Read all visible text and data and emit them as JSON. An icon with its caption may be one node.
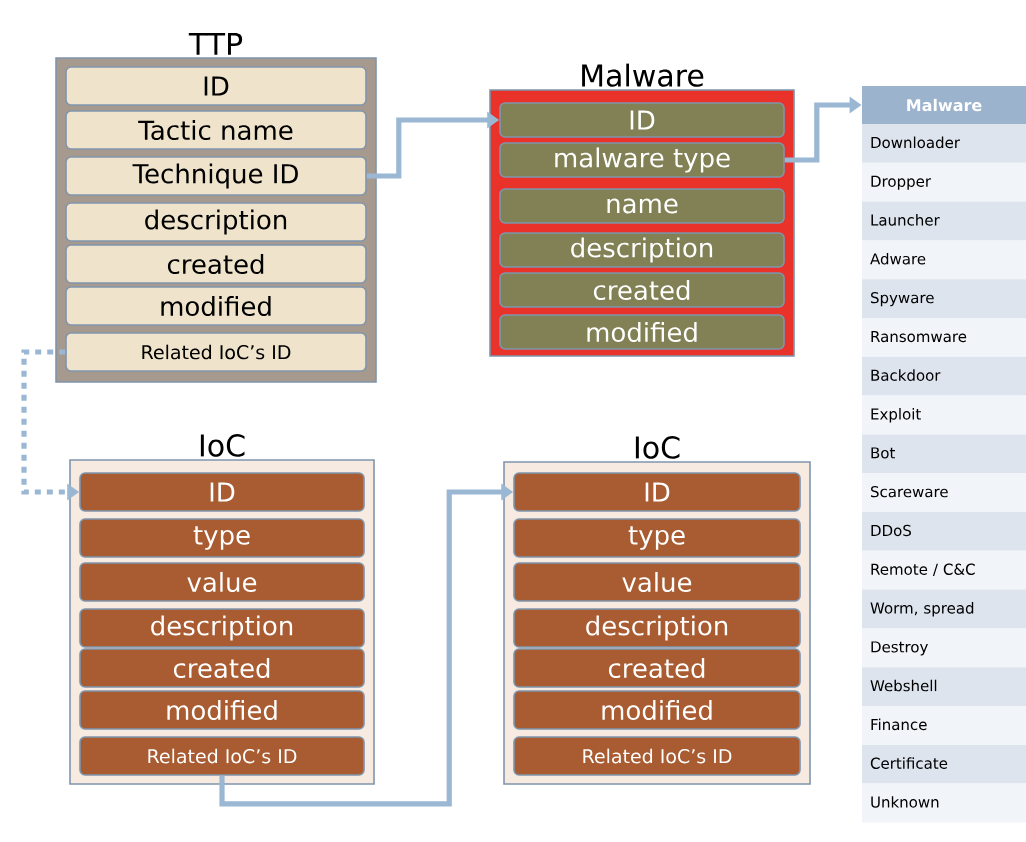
{
  "diagram": {
    "nodes": [
      {
        "text": [
          "TTP"
        ]
      },
      {
        "text": [
          "ID"
        ],
        "in": 0
      },
      {
        "text": [
          "Tactic name"
        ],
        "in": 0
      },
      {
        "text": [
          "Technique ID"
        ],
        "in": 0
      },
      {
        "text": [
          "description"
        ],
        "in": 0
      },
      {
        "text": [
          "created"
        ],
        "in": 0
      },
      {
        "text": [
          "modified"
        ],
        "in": 0
      },
      {
        "text": [
          "Related IoC’s ID"
        ],
        "in": 0
      },
      {
        "text": [
          "Malware"
        ]
      },
      {
        "text": [
          "ID"
        ],
        "in": 8
      },
      {
        "text": [
          "malware type"
        ],
        "in": 8
      },
      {
        "text": [
          "name"
        ],
        "in": 8
      },
      {
        "text": [
          "description"
        ],
        "in": 8
      },
      {
        "text": [
          "created"
        ],
        "in": 8
      },
      {
        "text": [
          "modified"
        ],
        "in": 8
      },
      {
        "text": [
          "Malware"
        ]
      },
      {
        "text": [
          "Downloader"
        ]
      },
      {
        "text": [
          "Dropper"
        ]
      },
      {
        "text": [
          "Launcher"
        ]
      },
      {
        "text": [
          "Adware"
        ]
      },
      {
        "text": [
          "Spyware"
        ]
      },
      {
        "text": [
          "Ransomware"
        ]
      },
      {
        "text": [
          "Backdoor"
        ]
      },
      {
        "text": [
          "Exploit"
        ]
      },
      {
        "text": [
          "Bot"
        ]
      },
      {
        "text": [
          "Scareware"
        ]
      },
      {
        "text": [
          "DDoS"
        ]
      },
      {
        "text": [
          "Remote / C&C"
        ]
      },
      {
        "text": [
          "Worm, spread"
        ]
      },
      {
        "text": [
          "Destroy"
        ]
      },
      {
        "text": [
          "Webshell"
        ]
      },
      {
        "text": [
          "Finance"
        ]
      },
      {
        "text": [
          "Certificate"
        ]
      },
      {
        "text": [
          "Unknown"
        ]
      },
      {
        "text": [
          "IoC"
        ]
      },
      {
        "text": [
          "ID"
        ],
        "in": 34
      },
      {
        "text": [
          "type"
        ],
        "in": 34
      },
      {
        "text": [
          "value"
        ],
        "in": 34
      },
      {
        "text": [
          "description"
        ],
        "in": 34
      },
      {
        "text": [
          "created"
        ],
        "in": 34
      },
      {
        "text": [
          "modified"
        ],
        "in": 34
      },
      {
        "text": [
          "Related IoC’s ID"
        ],
        "in": 34
      },
      {
        "text": [
          "IoC"
        ]
      },
      {
        "text": [
          "ID"
        ],
        "in": 42
      },
      {
        "text": [
          "type"
        ],
        "in": 42
      },
      {
        "text": [
          "value"
        ],
        "in": 42
      },
      {
        "text": [
          "description"
        ],
        "in": 42
      },
      {
        "text": [
          "created"
        ],
        "in": 42
      },
      {
        "text": [
          "modified"
        ],
        "in": 42
      },
      {
        "text": [
          "Related IoC’s ID"
        ],
        "in": 42
      }
    ],
    "edges": [
      {
        "from": 3,
        "to": 9,
        "arrow": "to"
      },
      {
        "from": 10,
        "to": 15,
        "arrow": "to"
      },
      {
        "from": 7,
        "to": 35,
        "arrow": "to",
        "style": "dashed"
      },
      {
        "from": 41,
        "to": 43,
        "arrow": "to"
      }
    ]
  }
}
